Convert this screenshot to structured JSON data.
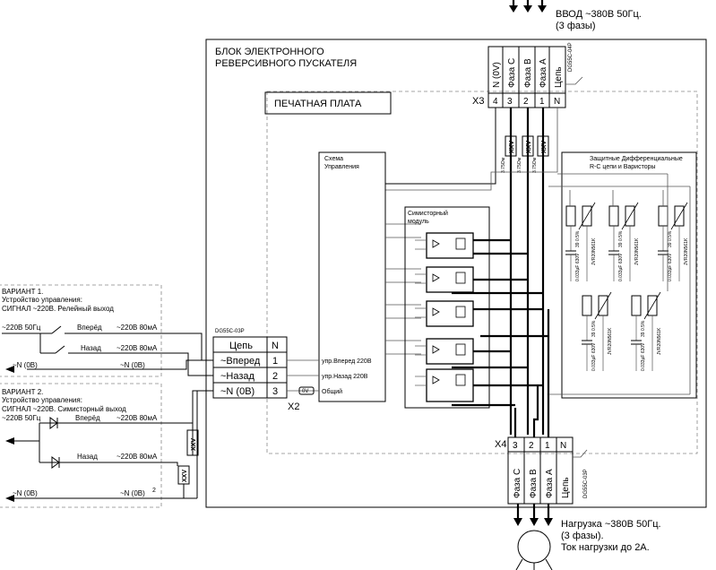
{
  "input": {
    "line1": "ВВОД ~380В 50Гц.",
    "line2": "(3 фазы)"
  },
  "block": {
    "title1": "БЛОК ЭЛЕКТРОННОГО",
    "title2": "РЕВЕРСИВНОГО ПУСКАТЕЛЯ"
  },
  "pcb": {
    "title": "ПЕЧАТНАЯ ПЛАТА"
  },
  "x3": {
    "label": "X3",
    "model": "DG55C-04P",
    "names": [
      "N (0V)",
      "Фаза С",
      "Фаза В",
      "Фаза А",
      "Цепь"
    ],
    "numbers": [
      "4",
      "3",
      "2",
      "1",
      "N"
    ]
  },
  "x4": {
    "label": "X4",
    "model": "DG55C-03P",
    "names": [
      "Фаза С",
      "Фаза В",
      "Фаза А",
      "Цепь"
    ],
    "numbers": [
      "3",
      "2",
      "1",
      "N"
    ]
  },
  "x2": {
    "label": "X2",
    "model": "DG55C-03P",
    "header": [
      "Цепь",
      "N"
    ],
    "rows": [
      {
        "name": "~Вперед",
        "num": "1"
      },
      {
        "name": "~Назад",
        "num": "2"
      },
      {
        "name": "~N (0В)",
        "num": "3"
      }
    ]
  },
  "varistor_label": "XXV",
  "fuse_label": "3.75Ом",
  "control": {
    "title1": "Схема",
    "title2": "Управления",
    "sig_fwd": "упр.Вперед 220В",
    "sig_rev": "упр.Назад 220В",
    "sig_common": "Общий",
    "volt": "0V"
  },
  "triac": {
    "title1": "Симисторный",
    "title2": "модуль"
  },
  "protect": {
    "title1": "Защитные Дифференциальные",
    "title2": "R-C цепи и Варисторы",
    "r": "39 0.5%",
    "c": "0.033µF 630V",
    "v": "JVR20N561K"
  },
  "variant1": {
    "title": "ВАРИАНТ 1.",
    "line1": "Устройство управления:",
    "line2": "СИГНАЛ ~220В. Релейный выход",
    "supply": "~220В 50Гц",
    "fwd": "Вперёд",
    "rev": "Назад",
    "sig": "~220В 80мА",
    "n_left": "~N (0В)",
    "n_right": "~N (0В)"
  },
  "variant2": {
    "title": "ВАРИАНТ 2.",
    "line1": "Устройство управления:",
    "line2": "СИГНАЛ ~220В. Симисторный выход",
    "supply": "~220В 50Гц",
    "fwd": "Вперёд",
    "rev": "Назад",
    "sig": "~220В 80мА",
    "n_left": "~N (0В)",
    "n_right": "~N (0В)",
    "junction": "2"
  },
  "load": {
    "line1": "Нагрузка ~380В 50Гц.",
    "line2": "(3 фазы).",
    "line3": "Ток нагрузки до 2А."
  }
}
